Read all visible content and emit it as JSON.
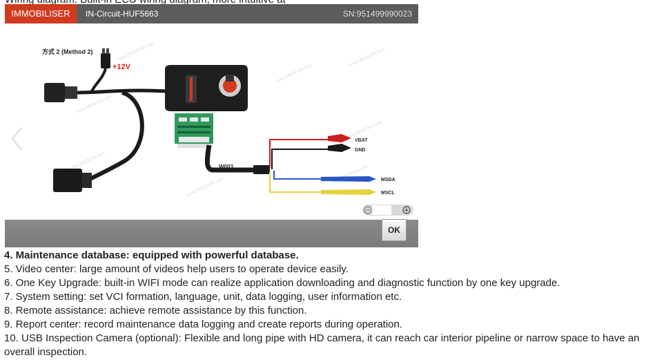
{
  "top_cut_text": "Wiring diagram: Built-in ECU wiring diagram, more intuitive at",
  "device": {
    "tab_label": "IMMOBILISER",
    "module_title": "IN-Circuit-HUF5663",
    "serial": "SN:951499990023",
    "ok_label": "OK"
  },
  "diagram": {
    "method_label": "方式 2 (Method 2)",
    "voltage_label": "+12V",
    "cable_label": "W003",
    "wires": [
      {
        "label": "VBAT",
        "color": "#d21f1f"
      },
      {
        "label": "GND",
        "color": "#111111"
      },
      {
        "label": "MSDA",
        "color": "#2a57c7"
      },
      {
        "label": "MSCL",
        "color": "#e6d23c"
      }
    ],
    "watermark": "www.OBDSTAR.com"
  },
  "features": [
    {
      "text": "4. Maintenance database: equipped with powerful database.",
      "bold": true
    },
    {
      "text": "5. Video center: large amount of videos help users to operate device easily.",
      "bold": false
    },
    {
      "text": "6. One Key Upgrade: built-in WIFI mode can realize application downloading and diagnostic function by one key upgrade.",
      "bold": false
    },
    {
      "text": "7. System setting: set VCI formation, language, unit, data logging, user information etc.",
      "bold": false
    },
    {
      "text": "8. Remote assistance: achieve remote assistance by this function.",
      "bold": false
    },
    {
      "text": "9. Report center: record maintenance data logging and create reports during operation.",
      "bold": false
    },
    {
      "text": "10. USB Inspection Camera (optional): Flexible and long pipe with HD camera, it can reach car interior pipeline or narrow space to have an overall inspection.",
      "bold": false
    }
  ]
}
